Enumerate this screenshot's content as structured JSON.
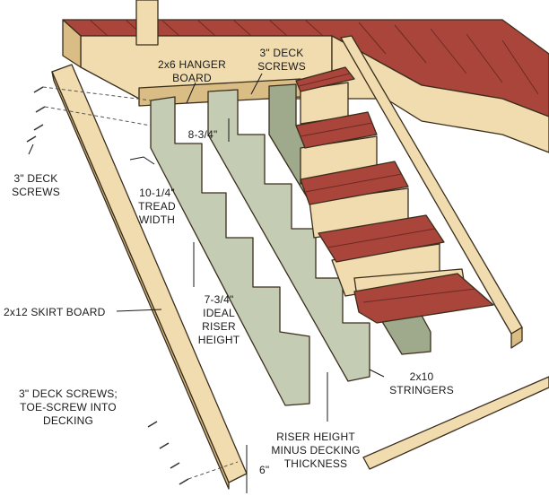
{
  "labels": {
    "hanger_board": [
      "2x6 HANGER",
      "BOARD"
    ],
    "deck_screws_top": [
      "3\" DECK",
      "SCREWS"
    ],
    "dim_hanger": "8-3/4\"",
    "deck_screws_left": [
      "3\" DECK",
      "SCREWS"
    ],
    "tread_width": [
      "10-1/4\"",
      "TREAD",
      "WIDTH"
    ],
    "ideal_riser": [
      "7-3/4\"",
      "IDEAL",
      "RISER",
      "HEIGHT"
    ],
    "skirt_board": "2x12 SKIRT BOARD",
    "stringers": [
      "2x10",
      "STRINGERS"
    ],
    "deck_screws_bottom": [
      "3\" DECK SCREWS;",
      "TOE-SCREW INTO",
      "DECKING"
    ],
    "riser_height": [
      "RISER HEIGHT",
      "MINUS DECKING",
      "THICKNESS"
    ],
    "dim_bottom": "6\""
  },
  "colors": {
    "decking": "#a9453b",
    "framing": "#f1dcb0",
    "stringer": "#c4ccb3",
    "outline": "#3a2d1c"
  }
}
